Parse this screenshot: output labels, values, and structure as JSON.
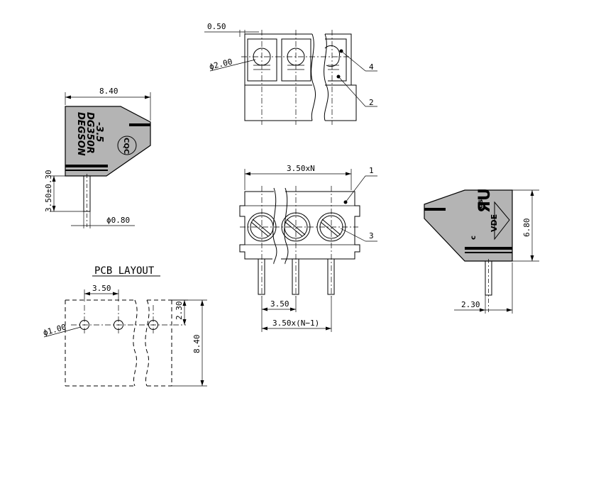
{
  "dimensions": {
    "top_pitch_offset": "0.50",
    "hole_diameter": "ϕ2.00",
    "side_width": "8.40",
    "pin_length": "3.50±0.30",
    "pin_diameter": "ϕ0.80",
    "front_length": "3.50xN",
    "front_pitch": "3.50",
    "front_span": "3.50x(N−1)",
    "right_height": "6.80",
    "right_pin_offset": "2.30",
    "pcb_pitch": "3.50",
    "pcb_edge_offset": "2.30",
    "pcb_height": "8.40",
    "pcb_hole_diameter": "ϕ1.00"
  },
  "callouts": {
    "c1": "1",
    "c2": "2",
    "c3": "3",
    "c4": "4"
  },
  "pcb_layout_title": "PCB  LAYOUT",
  "markings": {
    "brand": "DEGSON",
    "model": "DG350R",
    "suffix": "-3.5",
    "cert_cqc": "CQC",
    "cert_c": "c",
    "cert_us": "us",
    "cert_vde": "VDE"
  }
}
